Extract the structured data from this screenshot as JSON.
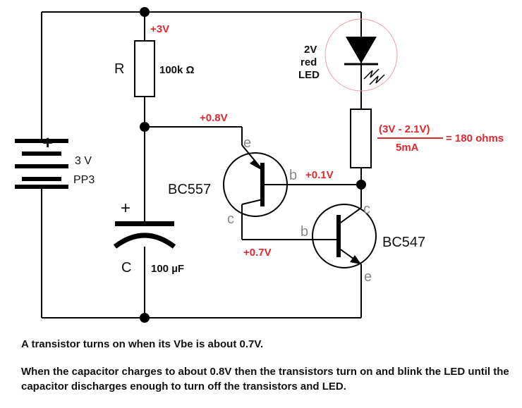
{
  "labels": {
    "supply_voltage": "+3V",
    "resistor_name": "R",
    "resistor_value": "100k Ω",
    "battery_voltage": "3 V",
    "battery_type": "PP3",
    "battery_plus": "+",
    "cap_plus": "+",
    "cap_name": "C",
    "cap_value": "100 µF",
    "node_emitter_pnp": "+0.8V",
    "pnp_name": "BC557",
    "pnp_e": "e",
    "pnp_c": "c",
    "pnp_b": "b",
    "node_base_pnp": "+0.1V",
    "node_base_npn": "+0.7V",
    "npn_name": "BC547",
    "npn_c": "c",
    "npn_b": "b",
    "npn_e": "e",
    "led_line1": "2V",
    "led_line2": "red",
    "led_line3": "LED",
    "formula_numerator": "(3V - 2.1V)",
    "formula_denominator": "5mA",
    "formula_result": "= 180 ohms"
  },
  "notes": {
    "line1": "A transistor turns on when its Vbe is about 0.7V.",
    "line2": "When the capacitor charges to about 0.8V then the transistors turn on and blink the LED until the capacitor discharges enough to turn off the transistors and LED."
  },
  "colors": {
    "red": "#e0282e",
    "grey": "#888888",
    "led_circle": "#e8a0a8"
  }
}
